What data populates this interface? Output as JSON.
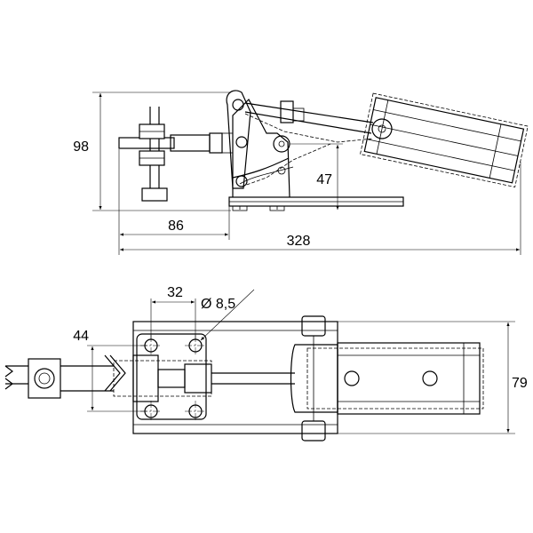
{
  "side_view": {
    "dim_height_total": "98",
    "dim_base_to_pivot": "47",
    "dim_spindle_offset": "86",
    "dim_length_total": "328"
  },
  "top_view": {
    "dim_hole_spacing_x": "32",
    "dim_hole_diameter": "Ø 8,5",
    "dim_hole_spacing_y": "44",
    "dim_width_total": "79"
  }
}
